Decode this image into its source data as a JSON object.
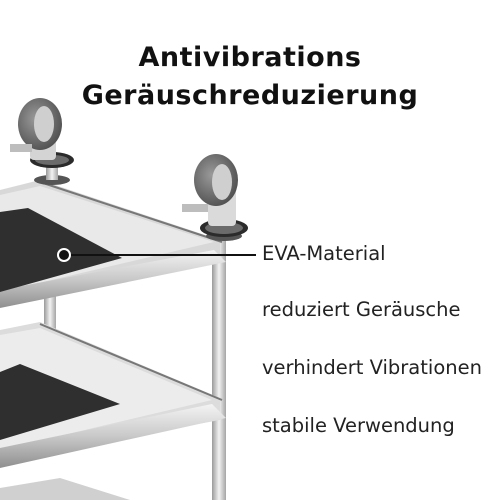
{
  "title": {
    "line1": "Antivibrations",
    "line2": "Geräuschreduzierung"
  },
  "features": [
    "EVA-Material",
    "reduziert Geräusche",
    "verhindert Vibrationen",
    "stabile Verwendung"
  ]
}
